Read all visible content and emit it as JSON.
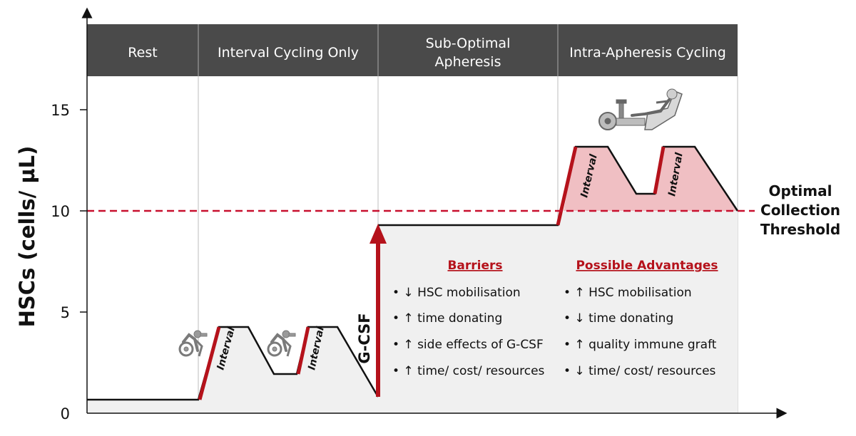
{
  "phases": [
    {
      "lines": [
        "Rest"
      ]
    },
    {
      "lines": [
        "Interval Cycling Only"
      ]
    },
    {
      "lines": [
        "Sub-Optimal",
        "Apheresis"
      ]
    },
    {
      "lines": [
        "Intra-Apheresis Cycling"
      ]
    }
  ],
  "y_axis": {
    "label": "HSCs (cells/ µL)",
    "ticks": [
      "0",
      "5",
      "10",
      "15"
    ]
  },
  "threshold": {
    "lines": [
      "Optimal",
      "Collection",
      "Threshold"
    ]
  },
  "interval_label": "Interval",
  "gcsf_label": "G-CSF",
  "barriers": {
    "title": "Barriers",
    "items": [
      "• ↓ HSC mobilisation",
      "• ↑ time donating",
      "• ↑ side effects of G-CSF",
      "• ↑ time/ cost/ resources"
    ]
  },
  "advantages": {
    "title": "Possible Advantages",
    "items": [
      "• ↑ HSC mobilisation",
      "• ↓ time donating",
      "• ↑ quality immune graft",
      "• ↓ time/ cost/ resources"
    ]
  },
  "colors": {
    "header_bg": "#4a4a4a",
    "accent_red": "#b5121b",
    "threshold_red": "#c8102e",
    "pink_fill": "#f0bfc3",
    "grey_fill": "#f0f0f0"
  },
  "icons": [
    "upright-cycling-icon",
    "recumbent-cycling-icon"
  ]
}
